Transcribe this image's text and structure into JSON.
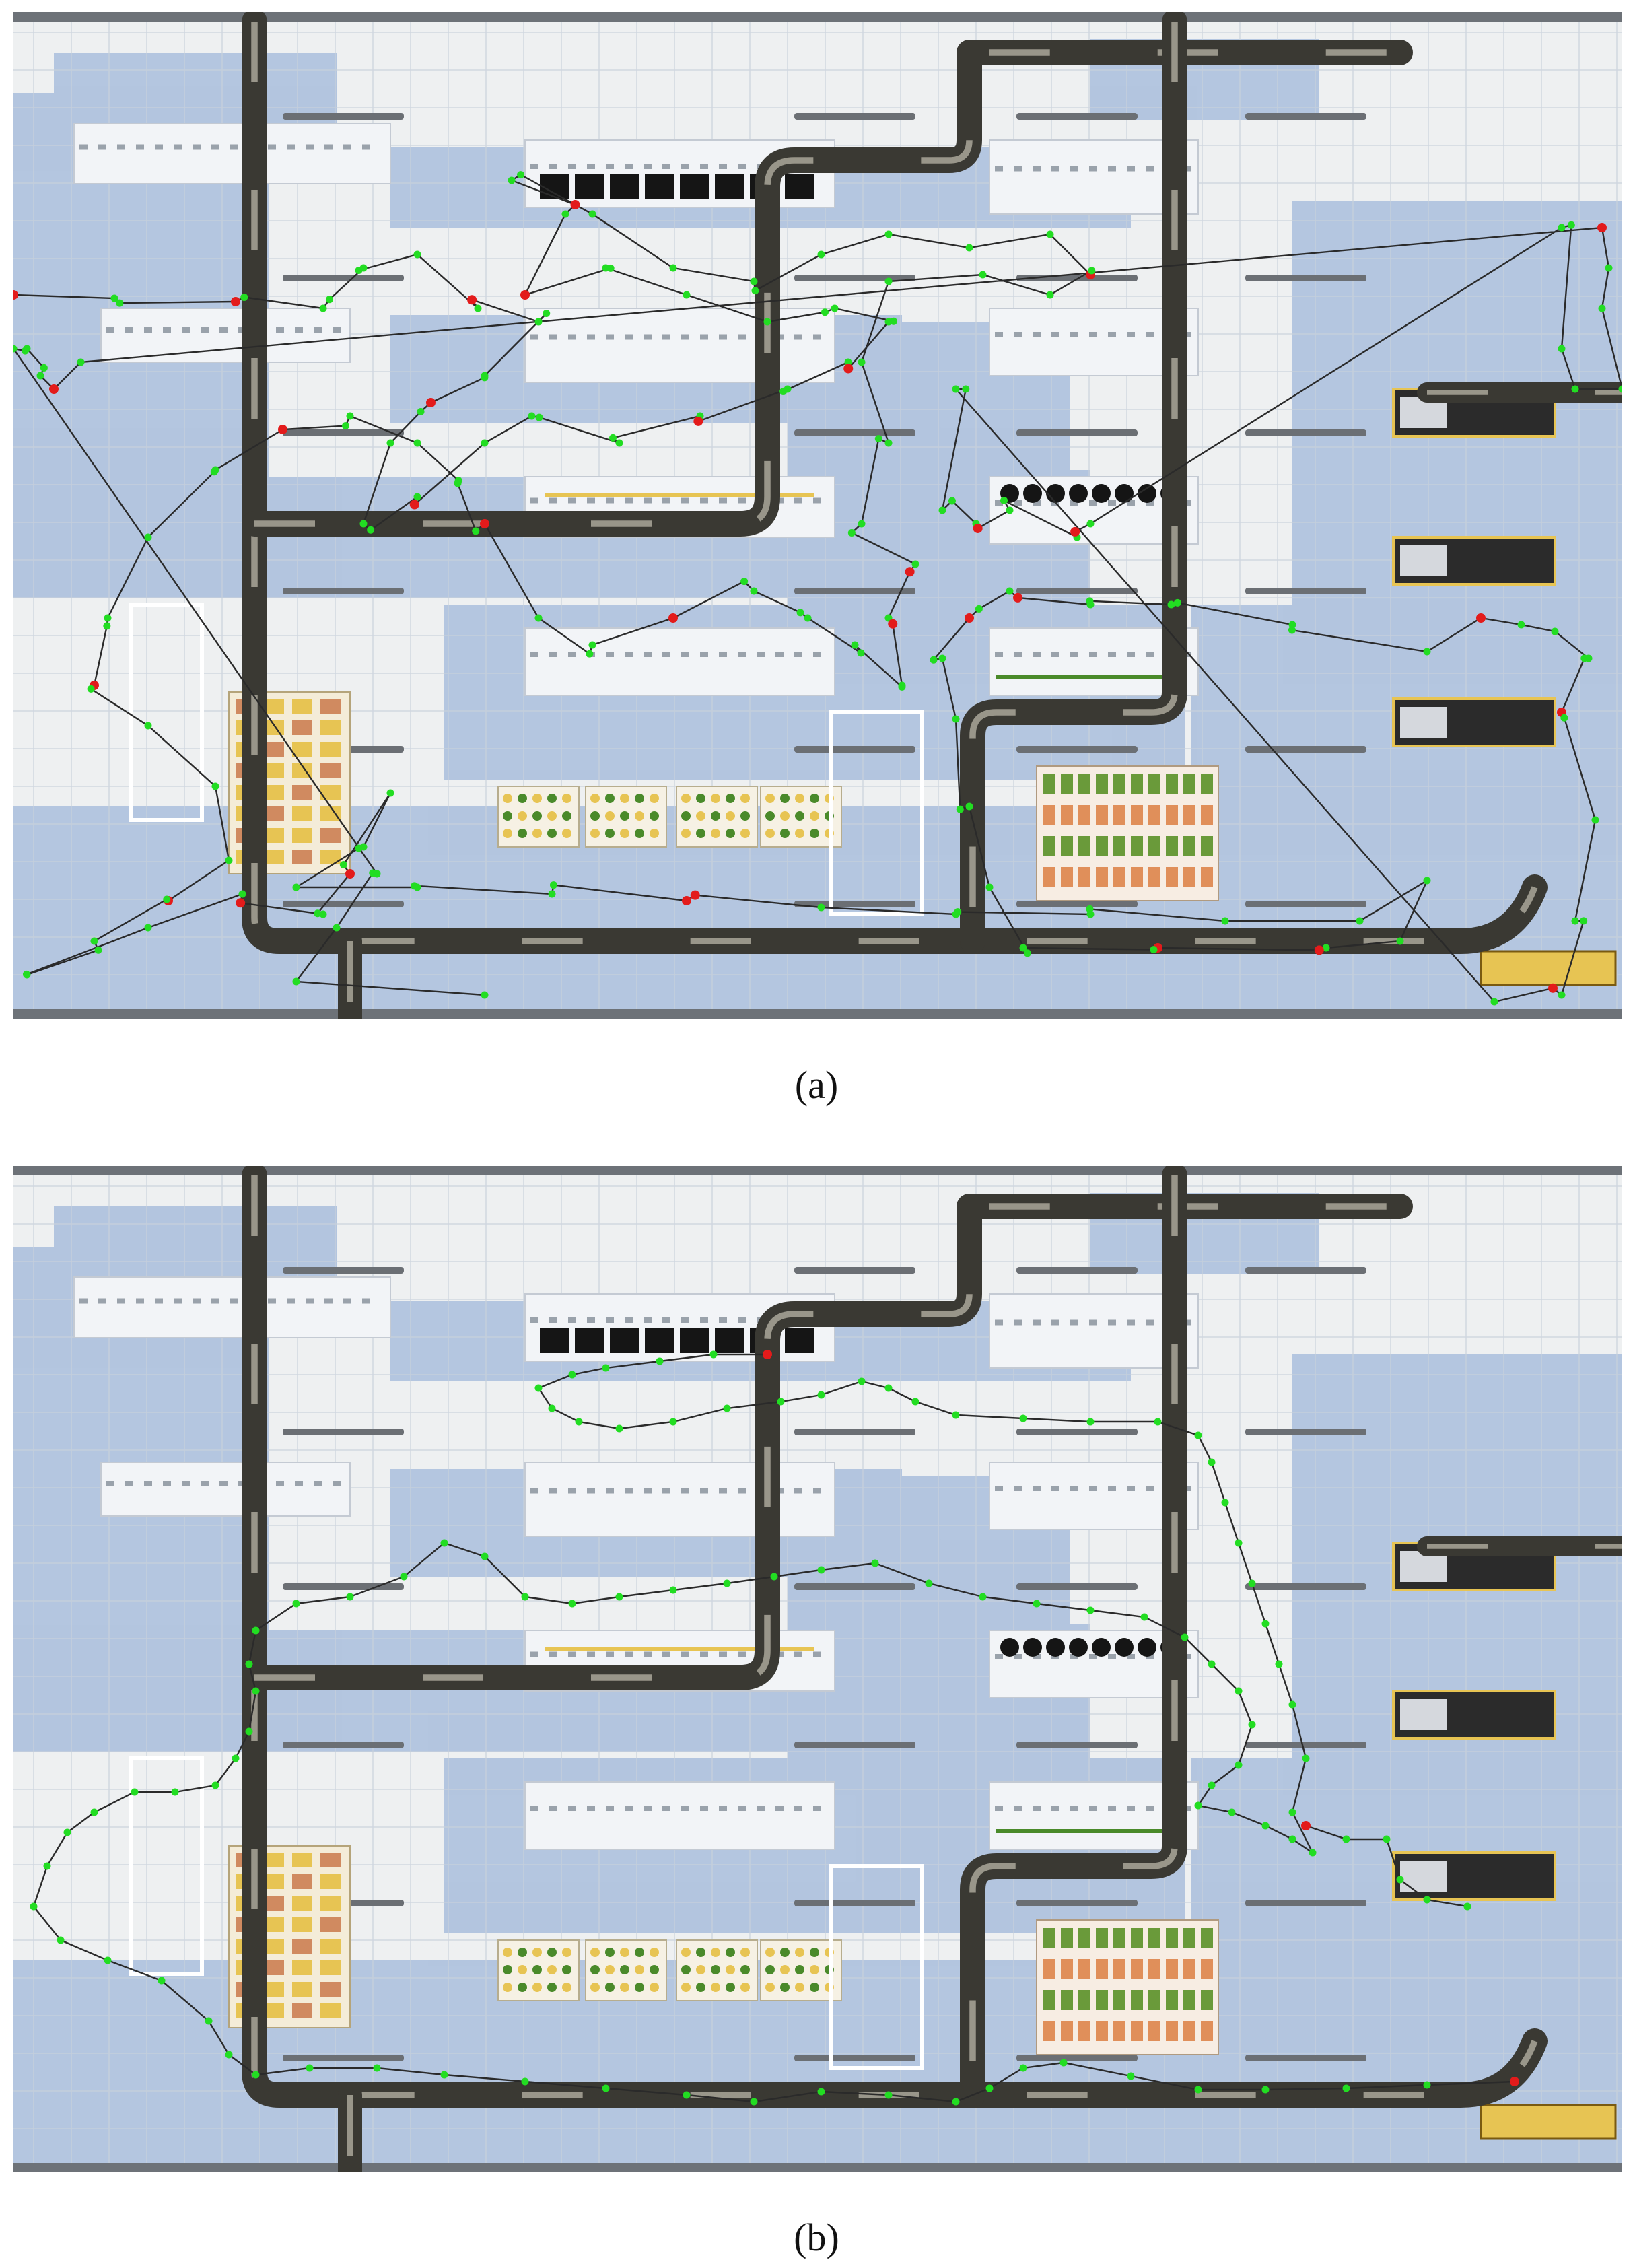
{
  "figure": {
    "panels": [
      {
        "id": "a",
        "caption": "(a)",
        "trajectory": "noisy"
      },
      {
        "id": "b",
        "caption": "(b)",
        "trajectory": "smooth"
      }
    ]
  },
  "colors": {
    "floor_light": "#eef0f1",
    "floor_shadow": "#a9bedd",
    "grid_line": "#c9d2dc",
    "wall": "#6d7278",
    "track_dark": "#3a3933",
    "track_light": "#d9d6c4",
    "shelf": "#f2f4f7",
    "path_line": "#2a2a2a",
    "point_green": "#22dd22",
    "point_red": "#e31b1b",
    "produce_yellow": "#e7c453",
    "produce_green": "#4a8a2a"
  },
  "labels": {
    "caption_a": "(a)",
    "caption_b": "(b)"
  }
}
